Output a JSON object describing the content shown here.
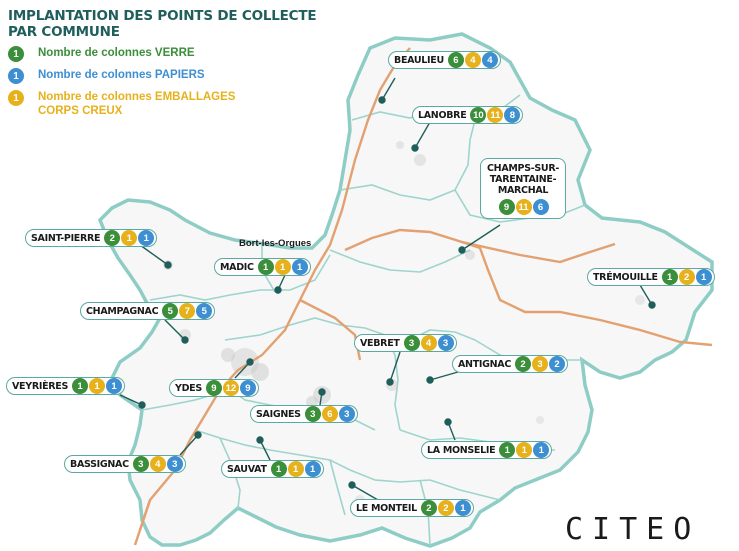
{
  "legend": {
    "title_line1": "IMPLANTATION DES POINTS DE COLLECTE",
    "title_line2": "PAR COMMUNE",
    "items": [
      {
        "badge": "1",
        "label": "Nombre de colonnes VERRE",
        "color": "#3b8e3a"
      },
      {
        "badge": "1",
        "label": "Nombre de colonnes PAPIERS",
        "color": "#3d8fd1"
      },
      {
        "badge": "1",
        "label": "Nombre de colonnes EMBALLAGES\nCORPS CREUX",
        "color": "#e7b11c"
      }
    ]
  },
  "town_label": "Bort-les-Orgues",
  "brand": "CITEO",
  "colors": {
    "verre": "#3b8e3a",
    "papiers": "#3d8fd1",
    "emballages": "#e7b11c",
    "border": "#5aa9a2",
    "river": "#e3a070"
  },
  "communes": [
    {
      "name": "BEAULIEU",
      "verre": "6",
      "emb": "4",
      "papiers": "4"
    },
    {
      "name": "LANOBRE",
      "verre": "10",
      "emb": "11",
      "papiers": "8"
    },
    {
      "name": "CHAMPS-SUR-\nTARENTAINE-\nMARCHAL",
      "verre": "9",
      "emb": "11",
      "papiers": "6"
    },
    {
      "name": "SAINT-PIERRE",
      "verre": "2",
      "emb": "1",
      "papiers": "1"
    },
    {
      "name": "MADIC",
      "verre": "1",
      "emb": "1",
      "papiers": "1"
    },
    {
      "name": "TRÉMOUILLE",
      "verre": "1",
      "emb": "2",
      "papiers": "1"
    },
    {
      "name": "CHAMPAGNAC",
      "verre": "5",
      "emb": "7",
      "papiers": "5"
    },
    {
      "name": "VEBRET",
      "verre": "3",
      "emb": "4",
      "papiers": "3"
    },
    {
      "name": "ANTIGNAC",
      "verre": "2",
      "emb": "3",
      "papiers": "2"
    },
    {
      "name": "VEYRIÈRES",
      "verre": "1",
      "emb": "1",
      "papiers": "1"
    },
    {
      "name": "YDES",
      "verre": "9",
      "emb": "12",
      "papiers": "9"
    },
    {
      "name": "SAIGNES",
      "verre": "3",
      "emb": "6",
      "papiers": "3"
    },
    {
      "name": "LA MONSELIE",
      "verre": "1",
      "emb": "1",
      "papiers": "1"
    },
    {
      "name": "BASSIGNAC",
      "verre": "3",
      "emb": "4",
      "papiers": "3"
    },
    {
      "name": "SAUVAT",
      "verre": "1",
      "emb": "1",
      "papiers": "1"
    },
    {
      "name": "LE MONTEIL",
      "verre": "2",
      "emb": "2",
      "papiers": "1"
    }
  ]
}
